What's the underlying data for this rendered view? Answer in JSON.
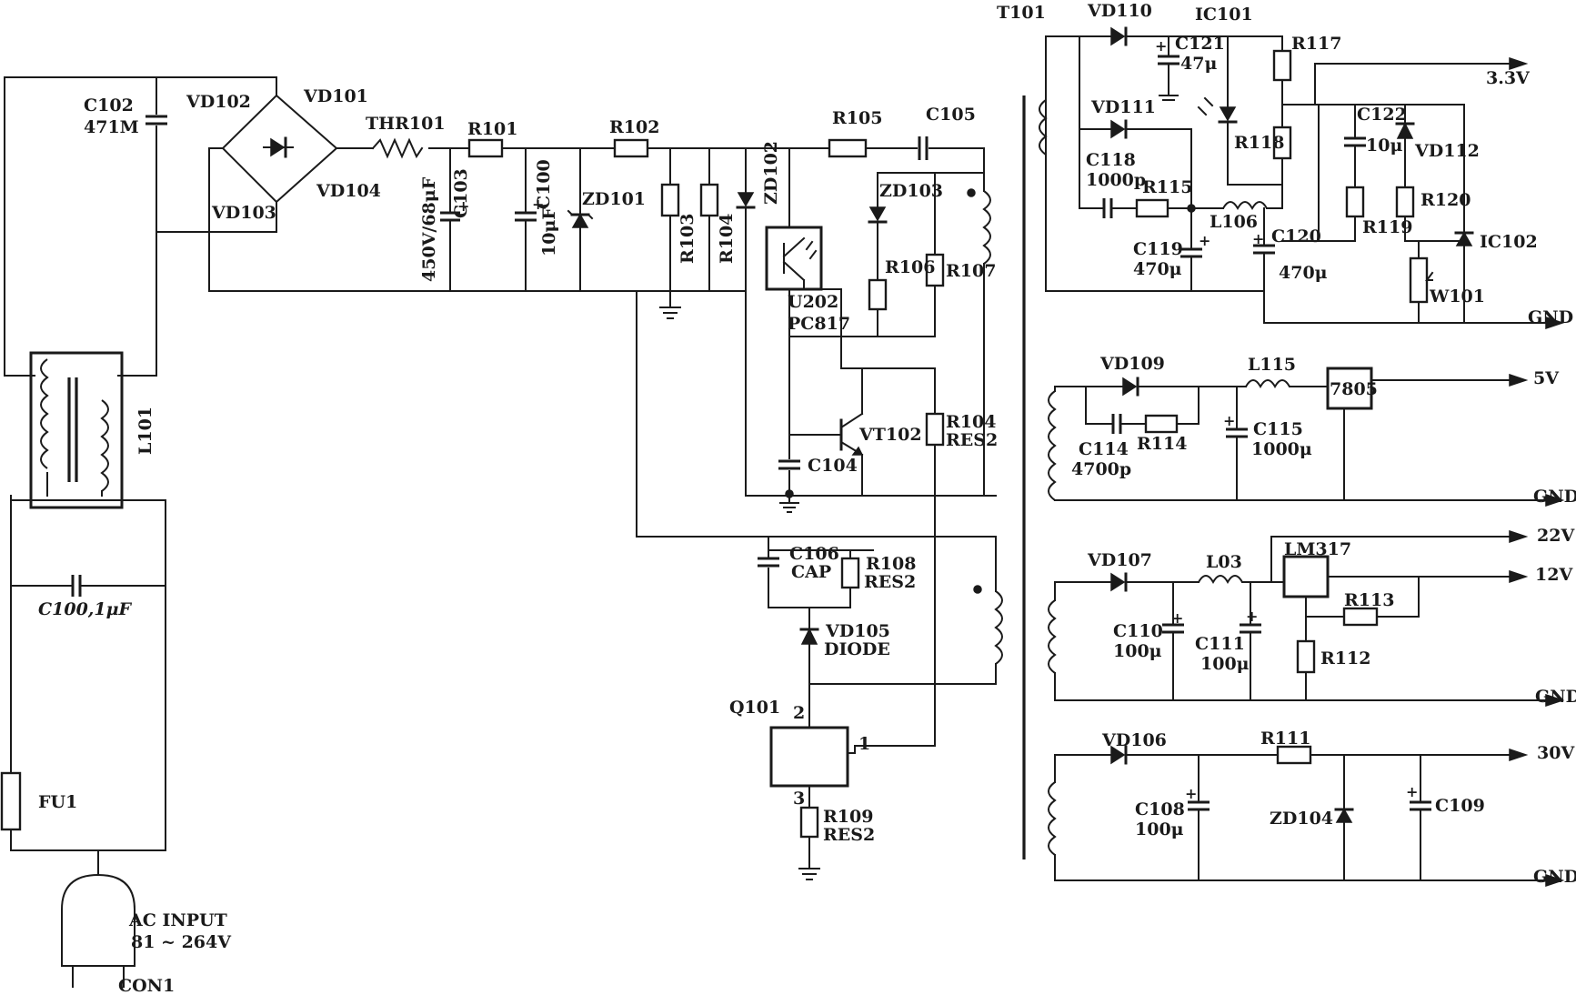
{
  "labels": {
    "C102": "C102",
    "C102_val": "471M",
    "VD102": "VD102",
    "VD101": "VD101",
    "VD104": "VD104",
    "VD103": "VD103",
    "THR101": "THR101",
    "R101": "R101",
    "R102": "R102",
    "R105": "R105",
    "C105": "C105",
    "C103": "C103",
    "C103_val": "450V/68μF",
    "C100b": "C100",
    "C100b_val": "10μF",
    "ZD101": "ZD101",
    "R103": "R103",
    "R104a": "R104",
    "ZD102": "ZD102",
    "ZD103": "ZD103",
    "R106": "R106",
    "R107": "R107",
    "U202": "U202",
    "PC817": "PC817",
    "VT102": "VT102",
    "C104": "C104",
    "R104b": "R104",
    "RES2a": "RES2",
    "C106": "C106",
    "CAP": "CAP",
    "R108": "R108",
    "RES2b": "RES2",
    "VD105": "VD105",
    "DIODE": "DIODE",
    "Q101": "Q101",
    "pin1": "1",
    "pin2": "2",
    "pin3": "3",
    "R109": "R109",
    "RES2c": "RES2",
    "L101": "L101",
    "C100a": "C100,1μF",
    "FU1": "FU1",
    "AC_INPUT": "AC INPUT",
    "AC_range": "81 ~ 264V",
    "CON1": "CON1",
    "T101": "T101",
    "VD110": "VD110",
    "IC101": "IC101",
    "C121": "C121",
    "C121_val": "47μ",
    "R117": "R117",
    "VD111": "VD111",
    "R118": "R118",
    "C118": "C118",
    "C118_val": "1000p",
    "R115": "R115",
    "L106": "L106",
    "C119": "C119",
    "C119_val": "470μ",
    "C120": "C120",
    "C120_val": "470μ",
    "C122": "C122",
    "C122_val": "10μ",
    "VD112": "VD112",
    "R119": "R119",
    "R120": "R120",
    "IC102": "IC102",
    "W101": "W101",
    "VD109": "VD109",
    "L115": "L115",
    "U7805": "7805",
    "C114": "C114",
    "C114_val": "4700p",
    "R114": "R114",
    "C115": "C115",
    "C115_val": "1000μ",
    "VD107": "VD107",
    "L03": "L03",
    "LM317": "LM317",
    "R113": "R113",
    "C110": "C110",
    "C110_val": "100μ",
    "C111": "C111",
    "C111_val": "100μ",
    "R112": "R112",
    "VD106": "VD106",
    "R111": "R111",
    "C108": "C108",
    "C108_val": "100μ",
    "ZD104": "ZD104",
    "C109": "C109"
  },
  "outputs": {
    "v33": "3.3V",
    "gnd1": "GND",
    "v5": "5V",
    "gnd2": "GND",
    "v22": "22V",
    "v12": "12V",
    "gnd3": "GND",
    "v30": "30V",
    "gnd4": "GND"
  },
  "colors": {
    "ink": "#1a1a1a",
    "background": "#ffffff"
  }
}
